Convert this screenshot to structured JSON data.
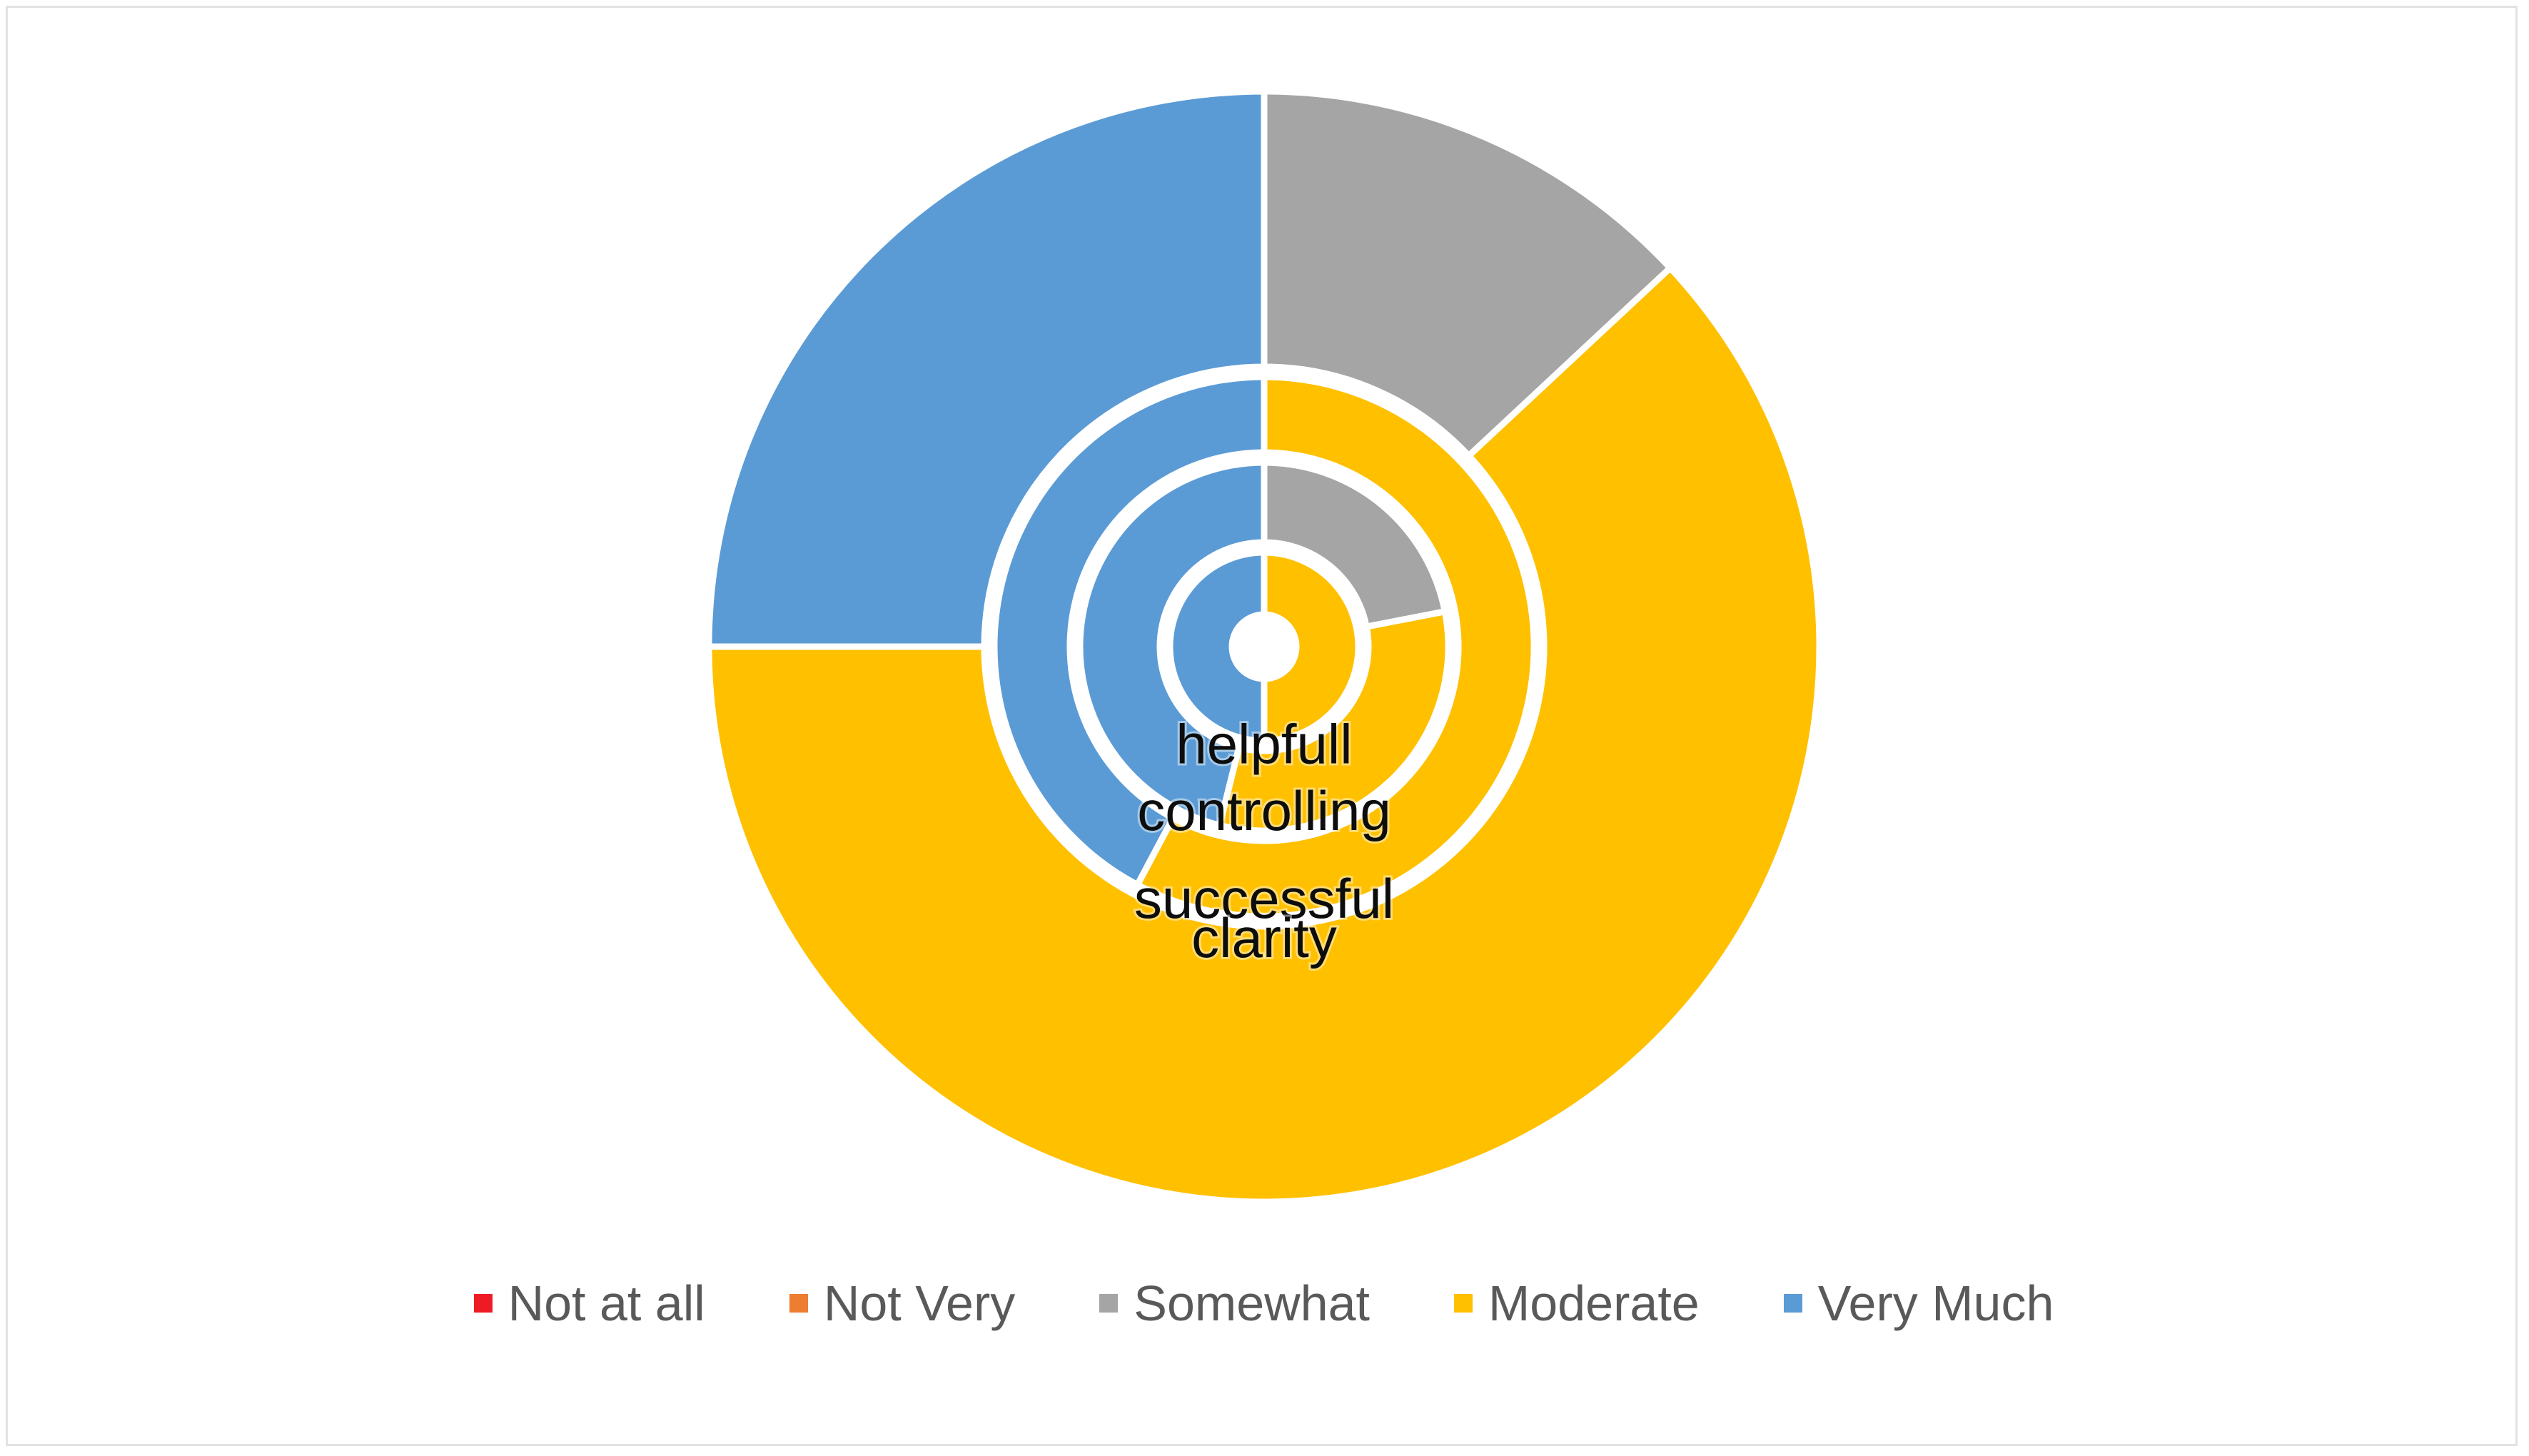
{
  "chart_data": {
    "type": "pie",
    "title": "",
    "subtitle": "",
    "xlabel": "",
    "ylabel": "",
    "grid": false,
    "chart_style": "multi-level doughnut (concentric rings)",
    "legend_position": "bottom",
    "hole_fraction": 0.06,
    "start_angle_deg": 0,
    "direction": "clockwise",
    "categories": [
      "Not at all",
      "Not Very",
      "Somewhat",
      "Moderate",
      "Very Much"
    ],
    "colors": {
      "Not at all": "#ED1C24",
      "Not Very": "#ED7D31",
      "Somewhat": "#A5A5A5",
      "Moderate": "#FFC000",
      "Very Much": "#5B9BD5"
    },
    "rings": [
      {
        "ring_index": 0,
        "position": "innermost",
        "name": "helpfull",
        "label": "helpfull",
        "inner_radius_px": 45,
        "outer_radius_px": 132,
        "values": [
          0,
          0,
          0,
          53,
          47
        ],
        "segments": [
          {
            "category": "Very Much",
            "color": "#5B9BD5",
            "percent": 47,
            "start_deg": 180,
            "end_deg": 360
          },
          {
            "category": "Moderate",
            "color": "#FFC000",
            "percent": 53,
            "start_deg": 0,
            "end_deg": 180
          }
        ]
      },
      {
        "ring_index": 1,
        "name": "controlling",
        "label": "controlling",
        "inner_radius_px": 146,
        "outer_radius_px": 258,
        "values": [
          0,
          0,
          22,
          32,
          46
        ],
        "segments": [
          {
            "category": "Very Much",
            "color": "#5B9BD5",
            "percent": 46,
            "start_deg": 194,
            "end_deg": 360
          },
          {
            "category": "Somewhat",
            "color": "#A5A5A5",
            "percent": 22,
            "start_deg": 0,
            "end_deg": 79
          },
          {
            "category": "Moderate",
            "color": "#FFC000",
            "percent": 32,
            "start_deg": 79,
            "end_deg": 194
          }
        ]
      },
      {
        "ring_index": 2,
        "name": "successful",
        "label": "successful",
        "inner_radius_px": 272,
        "outer_radius_px": 378,
        "values": [
          0,
          0,
          0,
          58,
          42
        ],
        "segments": [
          {
            "category": "Very Much",
            "color": "#5B9BD5",
            "percent": 42,
            "start_deg": 208,
            "end_deg": 360
          },
          {
            "category": "Moderate",
            "color": "#FFC000",
            "percent": 58,
            "start_deg": 0,
            "end_deg": 208
          }
        ]
      },
      {
        "ring_index": 3,
        "position": "outermost",
        "name": "clarity",
        "label": "clarity",
        "inner_radius_px": 392,
        "outer_radius_px": 778,
        "values": [
          0,
          0,
          13,
          62,
          25
        ],
        "segments": [
          {
            "category": "Very Much",
            "color": "#5B9BD5",
            "percent": 25,
            "start_deg": 270,
            "end_deg": 360
          },
          {
            "category": "Somewhat",
            "color": "#A5A5A5",
            "percent": 13,
            "start_deg": 0,
            "end_deg": 47
          },
          {
            "category": "Moderate",
            "color": "#FFC000",
            "percent": 62,
            "start_deg": 47,
            "end_deg": 270
          }
        ]
      }
    ]
  },
  "legend": {
    "items": [
      {
        "label": "Not at all",
        "color": "#ED1C24"
      },
      {
        "label": "Not Very",
        "color": "#ED7D31"
      },
      {
        "label": "Somewhat",
        "color": "#A5A5A5"
      },
      {
        "label": "Moderate",
        "color": "#FFC000"
      },
      {
        "label": "Very Much",
        "color": "#5B9BD5"
      }
    ]
  },
  "labels": {
    "helpfull": "helpfull",
    "controlling": "controlling",
    "successful": "successful",
    "clarity": "clarity"
  },
  "style": {
    "background": "#FFFFFF",
    "border": "#E2E2E2",
    "segment_gap": "#FFFFFF",
    "label_text": "#0D0D0D",
    "legend_text": "#595959"
  }
}
